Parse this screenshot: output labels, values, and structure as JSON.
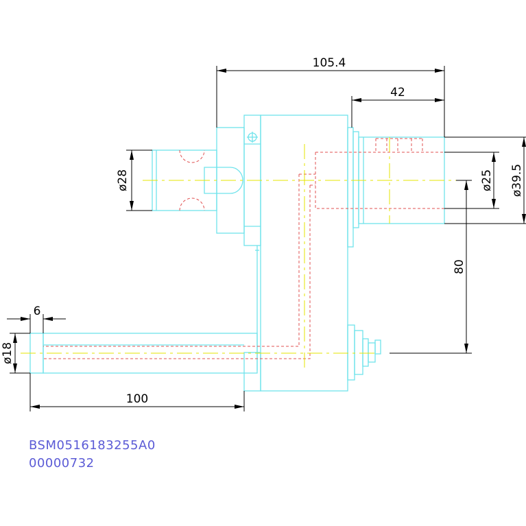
{
  "dimensions": {
    "overall_length": "105.4",
    "output_shaft_length": "42",
    "input_diameter": "ø28",
    "bore_diameter": "ø25",
    "housing_diameter": "ø39.5",
    "center_distance": "80",
    "motor_shaft_offset": "6",
    "motor_shaft_diameter": "ø18",
    "motor_shaft_length": "100"
  },
  "part_code": {
    "line1": "BSM0516183255A0",
    "line2": "00000732"
  },
  "colors": {
    "outline": "#6fe3ec",
    "hidden": "#e05050",
    "centerline": "#e6e600",
    "dimension": "#000000",
    "code_text": "#5b5bd6"
  }
}
